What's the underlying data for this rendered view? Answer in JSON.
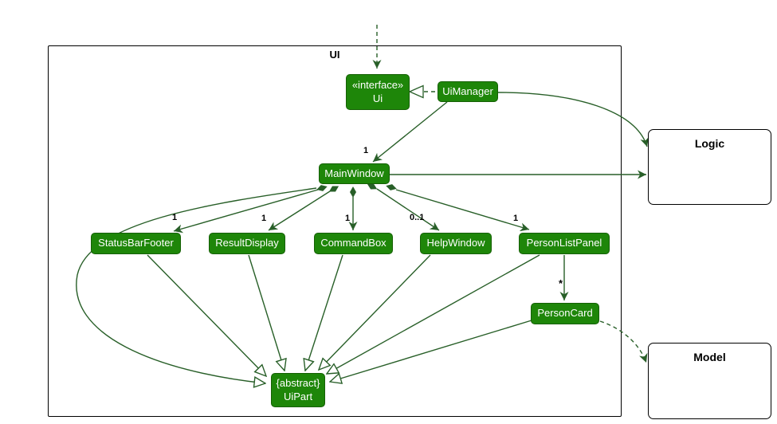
{
  "diagram": {
    "frame_label": "UI",
    "nodes": {
      "ui_interface": {
        "stereotype": "«interface»",
        "name": "Ui"
      },
      "ui_manager": "UiManager",
      "main_window": "MainWindow",
      "status_bar_footer": "StatusBarFooter",
      "result_display": "ResultDisplay",
      "command_box": "CommandBox",
      "help_window": "HelpWindow",
      "person_list_panel": "PersonListPanel",
      "person_card": "PersonCard",
      "ui_part": {
        "stereotype": "{abstract}",
        "name": "UiPart"
      }
    },
    "external_nodes": {
      "logic": "Logic",
      "model": "Model"
    },
    "edges": [
      {
        "type": "dashed-dependency",
        "from": null,
        "to": "Ui"
      },
      {
        "type": "realization",
        "from": "UiManager",
        "to": "Ui"
      },
      {
        "type": "association",
        "from": "UiManager",
        "to": "MainWindow",
        "multiplicity": "1"
      },
      {
        "type": "association",
        "from": "MainWindow",
        "to": "Logic"
      },
      {
        "type": "association",
        "from": "UiManager",
        "to": "Logic"
      },
      {
        "type": "composition",
        "from": "MainWindow",
        "to": "StatusBarFooter",
        "multiplicity": "1"
      },
      {
        "type": "composition",
        "from": "MainWindow",
        "to": "ResultDisplay",
        "multiplicity": "1"
      },
      {
        "type": "composition",
        "from": "MainWindow",
        "to": "CommandBox",
        "multiplicity": "1"
      },
      {
        "type": "composition",
        "from": "MainWindow",
        "to": "HelpWindow",
        "multiplicity": "0..1"
      },
      {
        "type": "composition",
        "from": "MainWindow",
        "to": "PersonListPanel",
        "multiplicity": "1"
      },
      {
        "type": "association",
        "from": "PersonListPanel",
        "to": "PersonCard",
        "multiplicity": "*"
      },
      {
        "type": "dashed-dependency",
        "from": "PersonCard",
        "to": "Model"
      },
      {
        "type": "inheritance",
        "from": "MainWindow",
        "to": "UiPart"
      },
      {
        "type": "inheritance",
        "from": "StatusBarFooter",
        "to": "UiPart"
      },
      {
        "type": "inheritance",
        "from": "ResultDisplay",
        "to": "UiPart"
      },
      {
        "type": "inheritance",
        "from": "CommandBox",
        "to": "UiPart"
      },
      {
        "type": "inheritance",
        "from": "HelpWindow",
        "to": "UiPart"
      },
      {
        "type": "inheritance",
        "from": "PersonListPanel",
        "to": "UiPart"
      },
      {
        "type": "inheritance",
        "from": "PersonCard",
        "to": "UiPart"
      }
    ],
    "colors": {
      "node_fill": "#1e8609",
      "node_border": "#156004",
      "node_text": "#ffffff",
      "edge": "#285f28",
      "label_text": "#000000"
    }
  }
}
